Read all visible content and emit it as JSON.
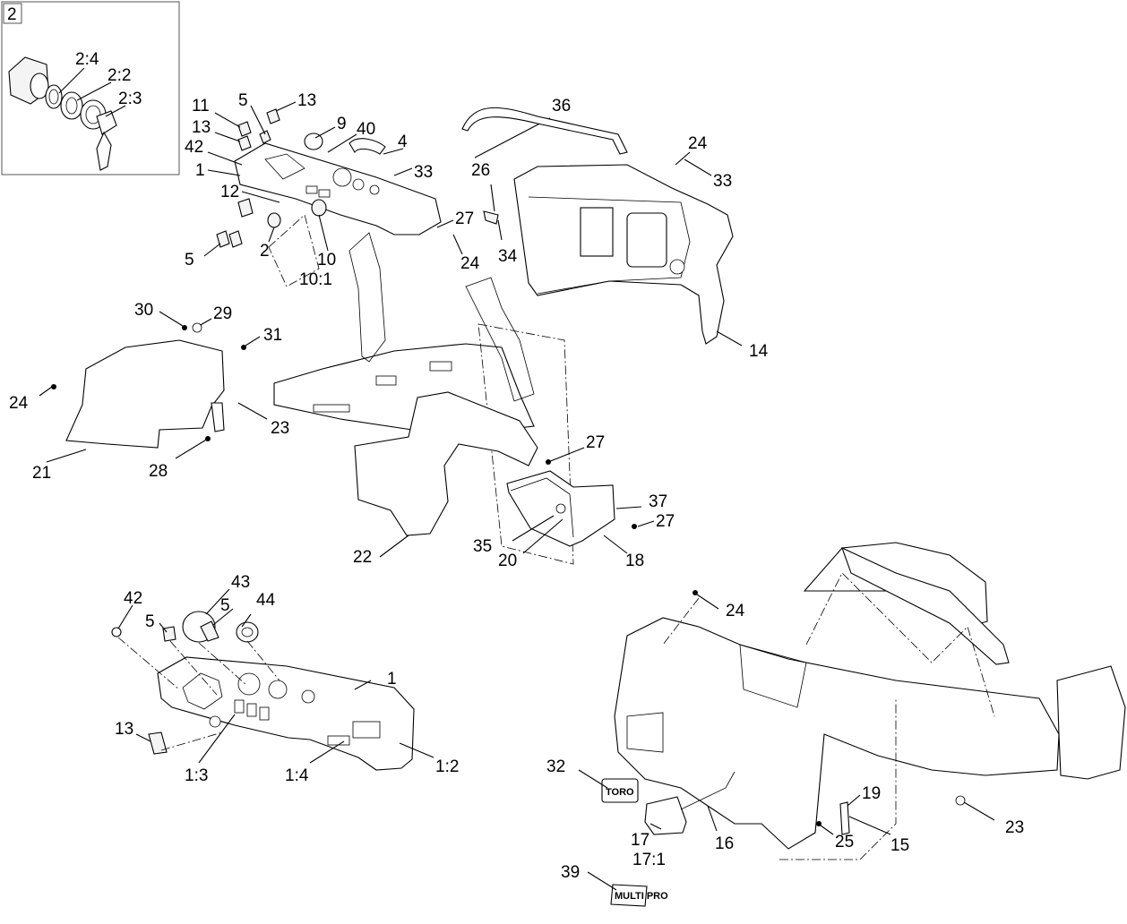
{
  "inset": {
    "number": "2",
    "labels": [
      "2:4",
      "2:2",
      "2:3"
    ]
  },
  "callouts": {
    "c36": "36",
    "c4": "4",
    "c9": "9",
    "c40": "40",
    "c13a": "13",
    "c5a": "5",
    "c11": "11",
    "c13b": "13",
    "c42a": "42",
    "c1a": "1",
    "c12": "12",
    "c2": "2",
    "c5b": "5",
    "c10": "10",
    "c10_1": "10:1",
    "c33a": "33",
    "c27a": "27",
    "c24a": "24",
    "c26": "26",
    "c34": "34",
    "c24b": "24",
    "c33b": "33",
    "c14": "14",
    "c30": "30",
    "c29": "29",
    "c31": "31",
    "c24c": "24",
    "c23a": "23",
    "c21": "21",
    "c28": "28",
    "c22": "22",
    "c27b": "27",
    "c37": "37",
    "c27c": "27",
    "c35": "35",
    "c20": "20",
    "c18": "18",
    "c42b": "42",
    "c43": "43",
    "c5c": "5",
    "c44": "44",
    "c5d": "5",
    "c1b": "1",
    "c13c": "13",
    "c1_3": "1:3",
    "c1_4": "1:4",
    "c1_2": "1:2",
    "c24d": "24",
    "c32": "32",
    "c17": "17",
    "c17_1": "17:1",
    "c16": "16",
    "c19": "19",
    "c25": "25",
    "c15": "15",
    "c23b": "23",
    "c39": "39"
  },
  "decal_logo": "TORO",
  "decal_model": "MULTI PRO"
}
